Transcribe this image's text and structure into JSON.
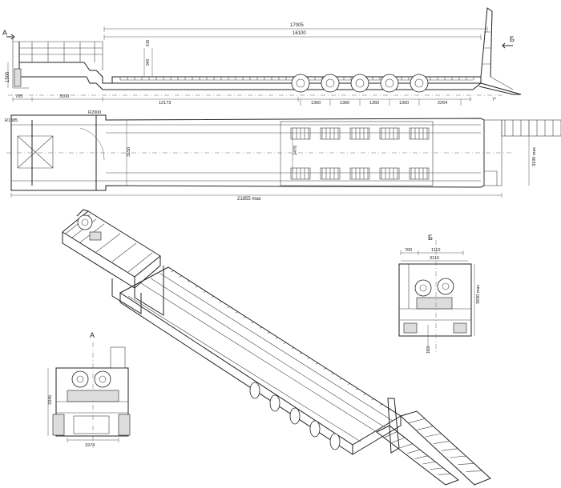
{
  "side_view": {
    "label_a": "A",
    "label_b": "Б",
    "dims": {
      "overall_top": "17005",
      "deck_length": "16100",
      "front_height": "1500",
      "kingpin": "765",
      "gooseneck": "3100",
      "wheelbase": "12173",
      "axle1": "1360",
      "axle2": "1360",
      "axle3": "1360",
      "axle4": "1360",
      "rear_overhang": "2264",
      "small_1": "615",
      "small_2": "940",
      "angle": "7°"
    }
  },
  "plan_view": {
    "dims": {
      "radius_front": "R1385",
      "radius_swing": "R2900",
      "deck_width": "3150",
      "track": "2470",
      "overall_width": "3190 max",
      "overall_length": "21855 max"
    }
  },
  "rear_view": {
    "label": "Б",
    "dims": {
      "top_a": "700",
      "top_b": "1110",
      "width": "3110",
      "height": "3930 max",
      "ground": "153"
    }
  },
  "front_view": {
    "label": "A",
    "dims": {
      "height": "3345",
      "width": "1974"
    }
  }
}
